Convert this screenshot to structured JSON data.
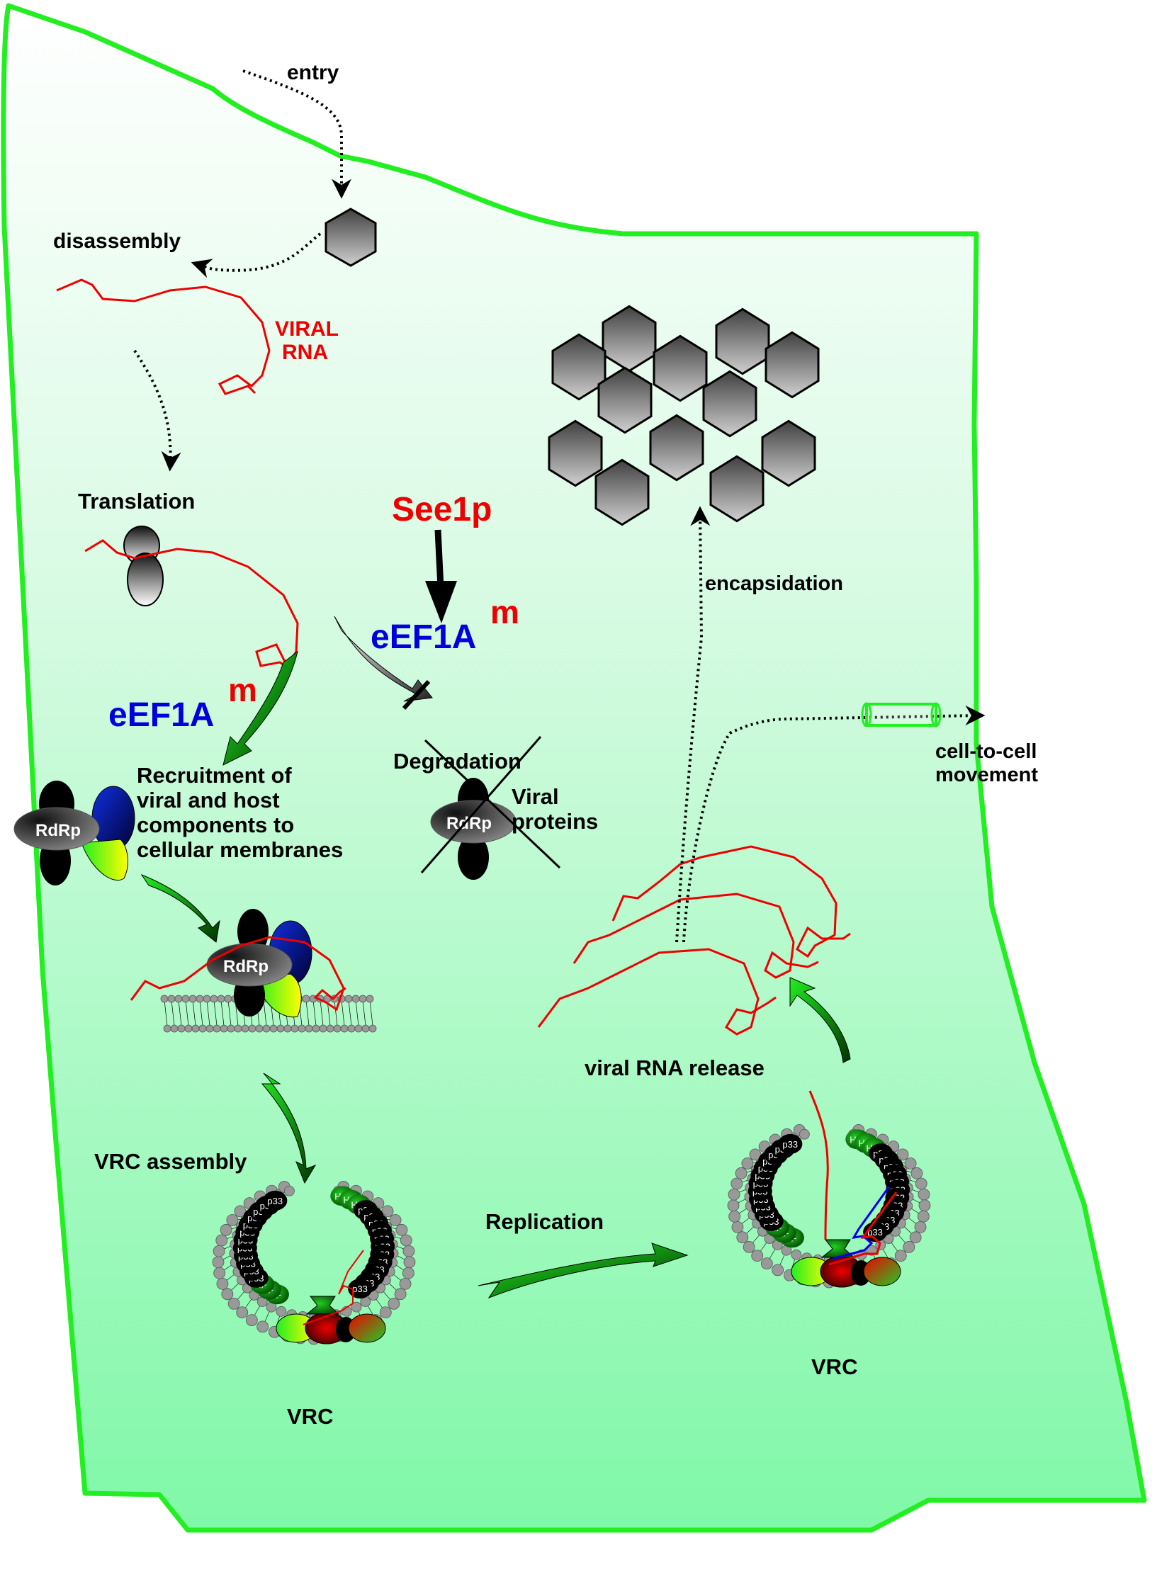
{
  "colors": {
    "membrane": "#22ee22",
    "rna": "#ee0000",
    "blue_text": "#0000dd",
    "red_text": "#ee0000",
    "cell_fill_top": "#ffffff",
    "cell_fill_bottom": "#80f8a8",
    "capsid_top": "#444444",
    "capsid_bottom": "#cccccc"
  },
  "labels": {
    "entry": "entry",
    "disassembly": "disassembly",
    "viral_rna_line1": "VIRAL",
    "viral_rna_line2": "RNA",
    "translation": "Translation",
    "see1p": "See1p",
    "eef1a_right": "eEF1A",
    "eef1a_right_sup": "m",
    "eef1a_left": "eEF1A",
    "eef1a_left_sup": "m",
    "recruitment": [
      "Recruitment of",
      "viral and host",
      "components to",
      "cellular membranes"
    ],
    "degradation": "Degradation",
    "viral_proteins": [
      "Viral",
      "proteins"
    ],
    "rdrp": "RdRp",
    "vrc_assembly": "VRC assembly",
    "replication": "Replication",
    "vrc_left": "VRC",
    "vrc_right": "VRC",
    "viral_rna_release": "viral RNA release",
    "encapsidation": "encapsidation",
    "cell_to_cell": [
      "cell-to-cell",
      "movement"
    ],
    "hf": "HF",
    "p33": "p33"
  }
}
